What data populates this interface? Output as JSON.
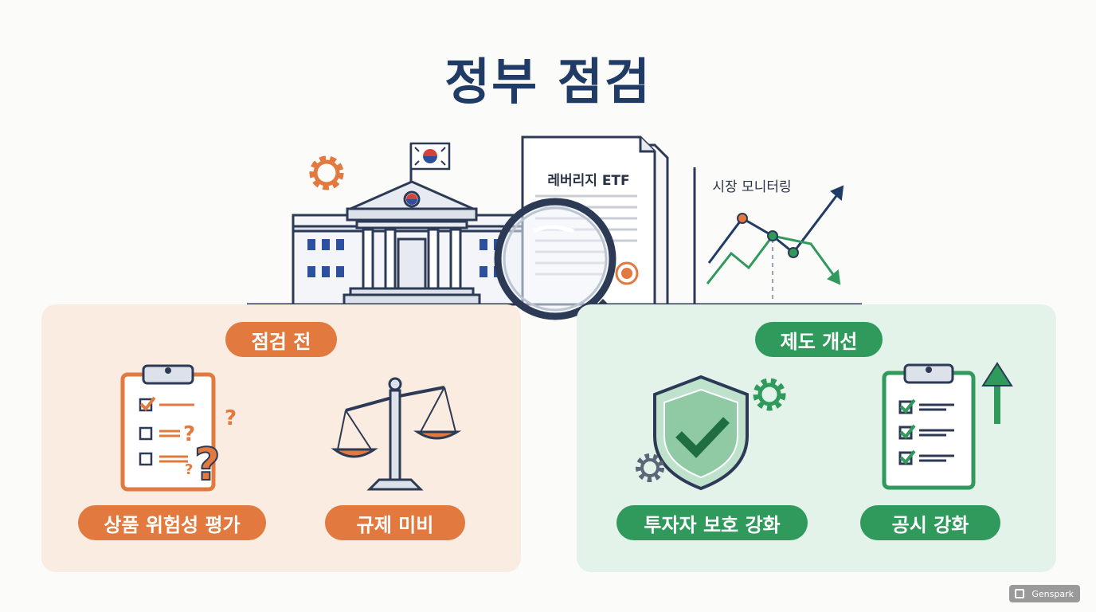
{
  "title": "정부 점검",
  "document": {
    "label": "레버리지 ETF"
  },
  "monitor": {
    "label": "시장 모니터링"
  },
  "before": {
    "header": "점검 전",
    "items": [
      {
        "label": "상품 위험성 평가",
        "icon": "clipboard-question-icon"
      },
      {
        "label": "규제 미비",
        "icon": "scale-icon"
      }
    ]
  },
  "after": {
    "header": "제도 개선",
    "items": [
      {
        "label": "투자자 보호 강화",
        "icon": "shield-check-icon"
      },
      {
        "label": "공시 강화",
        "icon": "clipboard-check-icon"
      }
    ]
  },
  "brand": "Genspark",
  "colors": {
    "navy": "#1f3b66",
    "orange": "#e27a3f",
    "green": "#2f9a5c",
    "orange_bg": "#fbece2",
    "green_bg": "#e4f3ea"
  }
}
